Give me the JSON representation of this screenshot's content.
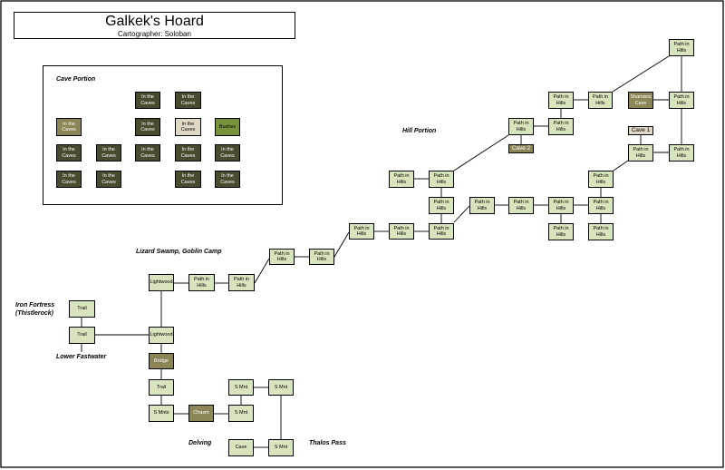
{
  "map": {
    "title": "Galkek's Hoard",
    "subtitle": "Cartographer: Soloban"
  },
  "labels": {
    "cave_portion": "Cave Portion",
    "hill_portion": "Hill Portion",
    "lizard_swamp": "Lizard Swamp, Goblin Camp",
    "iron_fortress": "Iron Fortress (Thistlerock)",
    "lower_fastwater": "Lower Fastwater",
    "delving": "Delving",
    "thalos_pass": "Thalos Pass"
  },
  "markers": {
    "cave_1": "Cave 1",
    "cave_2": "Cave 2"
  },
  "colors": {
    "light_room": "#d8e4bc",
    "dark_room": "#4a4a2f",
    "olive_room": "#8c8656",
    "pale_room": "#ddd9c4",
    "bright_room": "#76933c"
  },
  "rooms": {
    "cave_r1c3": "In the Caves",
    "cave_r1c4": "In the Caves",
    "cave_r2c1": "In the Caves",
    "cave_r2c3": "In the Caves",
    "cave_r2c4": "In the Caves",
    "cave_r2c5": "Bushes",
    "cave_r3c1": "In the Caves",
    "cave_r3c2": "In the Caves",
    "cave_r3c3": "In the Caves",
    "cave_r3c4": "In the Caves",
    "cave_r3c5": "In the Caves",
    "cave_r4c1": "In the Caves",
    "cave_r4c2": "In the Caves",
    "cave_r4c4": "In the Caves",
    "cave_r4c5": "In the Caves",
    "trail_top": "Trail",
    "trail_mid": "Trail",
    "lightwood_top": "Lightwood",
    "lightwood_mid": "Lightwood",
    "bridge": "Bridge",
    "trail_low": "Trail",
    "s_mnts": "S  Mnts",
    "chasm": "Chasm",
    "s_mnt_a": "S Mnt",
    "s_mnt_b": "S Mnt",
    "s_mnt_c": "S Mnt",
    "cave_delving": "Cave",
    "hill_01": "Path in Hills",
    "hill_02": "Path in Hills",
    "hill_03": "Path in Hills",
    "hill_04": "Path in Hills",
    "hill_05": "Path in Hills",
    "hill_06": "Path in Hills",
    "hill_07": "Path in Hills",
    "hill_08": "Path in Hills",
    "hill_09": "Path in Hills",
    "hill_10": "Path in Hills",
    "hill_11": "Path in Hills",
    "hill_12": "Path in Hills",
    "hill_13": "Path in Hills",
    "hill_14": "Path in Hills",
    "hill_15": "Path in Hills",
    "hill_16": "Path in Hills",
    "hill_17": "Path in Hills",
    "hill_18": "Path in Hills",
    "hill_19": "Path in Hills",
    "hill_20": "Path in Hills",
    "hill_21": "Path in Hills",
    "hill_22": "Path in Hills",
    "hill_23": "Path in Hills",
    "hill_24": "Path in Hills",
    "hill_25": "Path in Hills",
    "shamans_cave": "Shamans Cave"
  }
}
